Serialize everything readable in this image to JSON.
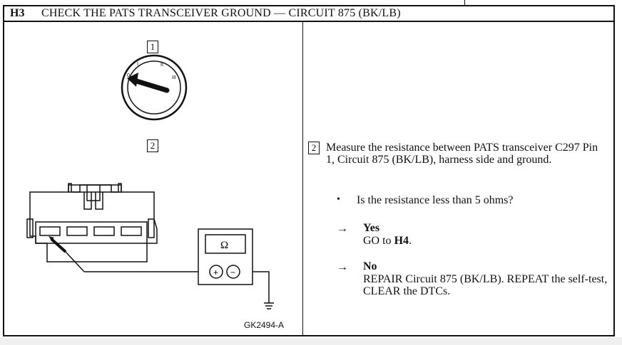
{
  "header": {
    "step_code": "H3",
    "title": "CHECK THE PATS TRANSCEIVER GROUND — CIRCUIT 875 (BK/LB)"
  },
  "figure": {
    "callout_1": "1",
    "callout_2": "2",
    "ignition_positions": [
      "0",
      "I",
      "II",
      "III"
    ],
    "meter_symbol": "Ω",
    "plus_symbol": "+",
    "minus_symbol": "−",
    "figure_id": "GK2494-A"
  },
  "instructions": {
    "step_number": "2",
    "step_text": "Measure the resistance between PATS transceiver C297 Pin 1, Circuit 875 (BK/LB), harness side and ground.",
    "bullet": "•",
    "question": "Is the resistance less than 5 ohms?",
    "arrow": "→",
    "yes_label": "Yes",
    "yes_action_prefix": "GO to ",
    "yes_action_target": "H4",
    "yes_action_suffix": ".",
    "no_label": "No",
    "no_action": "REPAIR Circuit 875 (BK/LB). REPEAT the self-test, CLEAR the DTCs."
  }
}
